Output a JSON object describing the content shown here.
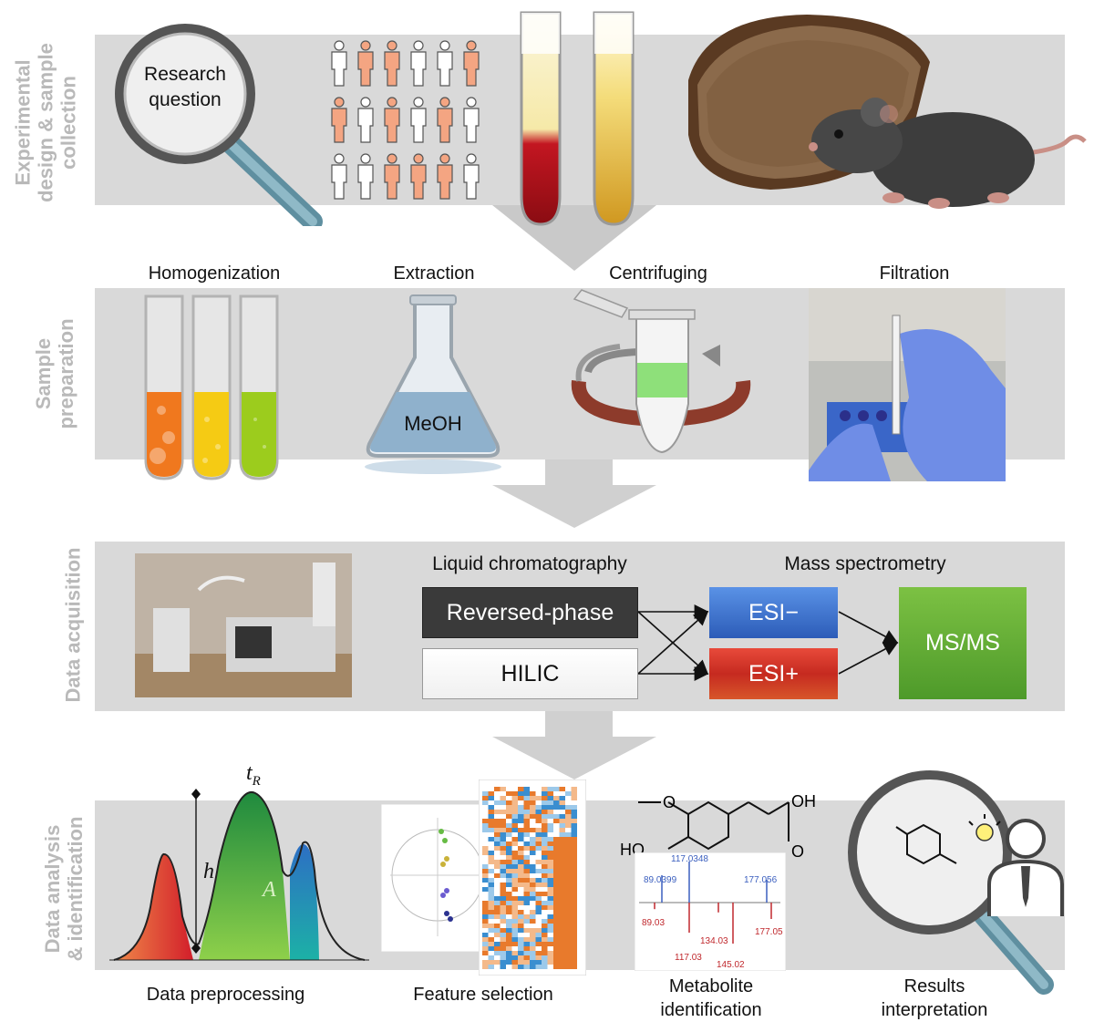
{
  "rows": {
    "row1": "Experimental design & sample collection",
    "row1_line1": "Experimental",
    "row1_line2": "design & sample",
    "row1_line3": "collection",
    "row2_line1": "Sample",
    "row2_line2": "preparation",
    "row3": "Data acquisition",
    "row4_line1": "Data analysis",
    "row4_line2": "& identification"
  },
  "magnifier": {
    "line1": "Research",
    "line2": "question"
  },
  "prep_steps": {
    "homogenization": "Homogenization",
    "extraction": "Extraction",
    "centrifuging": "Centrifuging",
    "filtration": "Filtration",
    "flask_label": "MeOH"
  },
  "acquisition": {
    "lc_title": "Liquid chromatography",
    "ms_title": "Mass spectrometry",
    "reversed_phase": "Reversed-phase",
    "hilic": "HILIC",
    "esi_minus": "ESI−",
    "esi_plus": "ESI+",
    "msms": "MS/MS"
  },
  "analysis": {
    "tr_label": "t",
    "tr_sub": "R",
    "h_label": "h",
    "a_label": "A",
    "preprocessing": "Data preprocessing",
    "feature_selection": "Feature selection",
    "metabolite_line1": "Metabolite",
    "metabolite_line2": "identification",
    "results_line1": "Results",
    "results_line2": "interpretation"
  },
  "spectrum": {
    "top_labels": [
      "89.0399",
      "117.0348",
      "177.056"
    ],
    "bottom_labels": [
      "89.03",
      "117.03",
      "134.03",
      "145.02",
      "177.05"
    ]
  },
  "molecule": {
    "methoxy": "O",
    "hydroxyl": "HO",
    "acid": "OH",
    "carbonyl": "O"
  },
  "colors": {
    "band": "#d9d9d9",
    "row_label": "#b9b9b9",
    "person_orange": "#f4a582",
    "esi_minus": "#3a6fc9",
    "esi_plus": "#d9352b",
    "msms": "#5fae32",
    "reversed_phase": "#3a3a3a"
  }
}
